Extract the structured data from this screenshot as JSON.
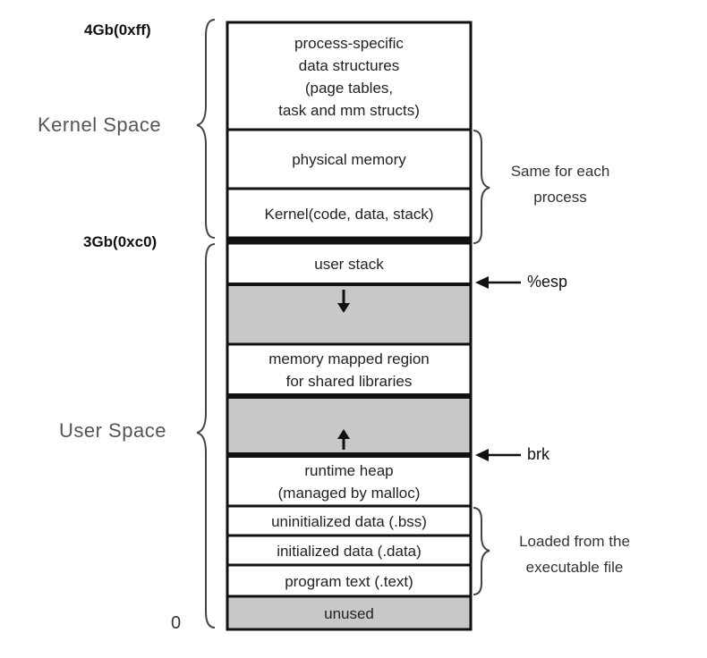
{
  "addresses": {
    "top": "4Gb(0xff)",
    "kernel_boundary": "3Gb(0xc0)",
    "bottom": "0"
  },
  "spaces": {
    "kernel": "Kernel Space",
    "user": "User Space"
  },
  "segments": {
    "process_specific": "process-specific\ndata structures\n(page tables,\ntask and mm structs)",
    "physical_memory": "physical memory",
    "kernel_code": "Kernel(code, data, stack)",
    "user_stack": "user stack",
    "mmap_region": "memory mapped region\nfor shared libraries",
    "runtime_heap": "runtime heap\n(managed by malloc)",
    "bss": "uninitialized data (.bss)",
    "data": "initialized data (.data)",
    "text": "program text (.text)",
    "unused": "unused"
  },
  "notes": {
    "same_for_each": "Same for each\nprocess",
    "loaded_from": "Loaded from the\nexecutable file"
  },
  "pointers": {
    "esp": "%esp",
    "brk": "brk"
  },
  "colors": {
    "border": "#111111",
    "gray_region": "#c8c8c8",
    "brace": "#444444"
  }
}
